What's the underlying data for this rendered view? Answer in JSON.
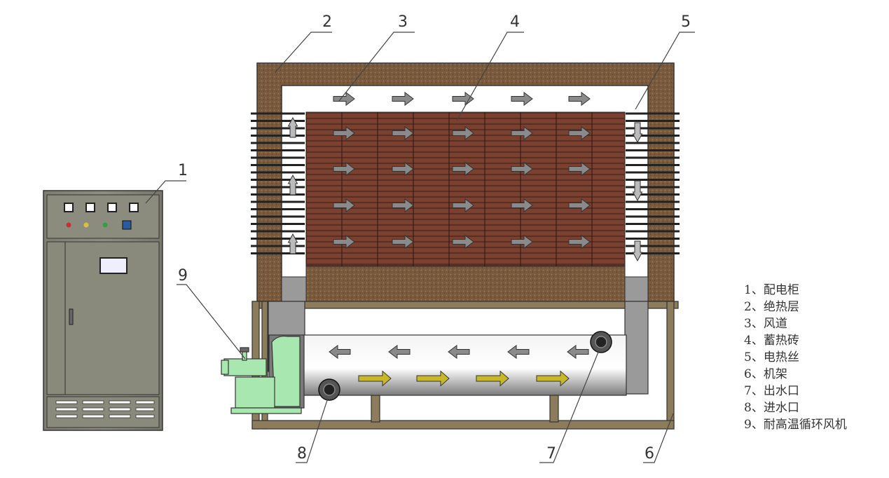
{
  "callouts": [
    "1",
    "2",
    "3",
    "4",
    "5",
    "6",
    "7",
    "8",
    "9"
  ],
  "legend": [
    "1、配电柜",
    "2、绝热层",
    "3、风道",
    "4、蓄热砖",
    "5、电热丝",
    "6、机架",
    "7、出水口",
    "8、进水口",
    "9、耐高温循环风机"
  ],
  "colors": {
    "cabinet": "#8a8a7c",
    "insulation": "#7a5a3c",
    "brick": "#6e3a2a",
    "frame": "#8c7c5c",
    "fan": "#a8e8b0",
    "air_arrow": "#8a8a8a",
    "water_arrow": "#c8b828"
  }
}
